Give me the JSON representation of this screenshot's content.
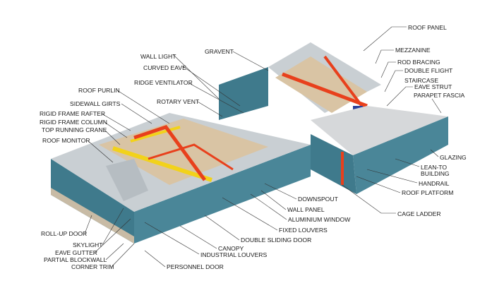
{
  "labels": {
    "roof_panel": "ROOF PANEL",
    "mezzanine": "MEZZANINE",
    "rod_bracing": "ROD BRACING",
    "double_flight": "DOUBLE FLIGHT",
    "staircase": "STAIRCASE",
    "eave_strut": "EAVE STRUT",
    "parapet_fascia": "PARAPET FASCIA",
    "glazing": "GLAZING",
    "lean_to": "LEAN-TO",
    "building": "BUILDING",
    "handrail": "HANDRAIL",
    "roof_platform": "ROOF PLATFORM",
    "cage_ladder": "CAGE LADDER",
    "gravent": "GRAVENT",
    "wall_light": "WALL LIGHT",
    "curved_eave": "CURVED EAVE",
    "ridge_ventilator": "RIDGE VENTILATOR",
    "roof_purlin": "ROOF PURLIN",
    "rotary_vent": "ROTARY VENT",
    "sidewall_girts": "SIDEWALL GIRTS",
    "rigid_frame_rafter": "RIGID FRAME RAFTER",
    "rigid_frame_column": "RIGID FRAME COLUMN",
    "top_running_crane": "TOP RUNNING CRANE",
    "roof_monitor": "ROOF MONITOR",
    "downspout": "DOWNSPOUT",
    "wall_panel": "WALL PANEL",
    "aluminium_window": "ALUMINIUM WINDOW",
    "fixed_louvers": "FIXED LOUVERS",
    "double_sliding_door": "DOUBLE SLIDING DOOR",
    "canopy": "CANOPY",
    "industrial_louvers": "INDUSTRIAL LOUVERS",
    "roll_up_door": "ROLL-UP DOOR",
    "skylight": "SKYLIGHT",
    "eave_gutter": "EAVE GUTTER",
    "partial_blockwall": "PARTIAL BLOCKWALL",
    "corner_trim": "CORNER TRIM",
    "personnel_door": "PERSONNEL DOOR"
  },
  "colors": {
    "wall": "#3f7a8c",
    "roof": "#c9cfd3",
    "frame": "#e8401c",
    "crane": "#f2d21a",
    "floor": "#d9c4a4"
  }
}
